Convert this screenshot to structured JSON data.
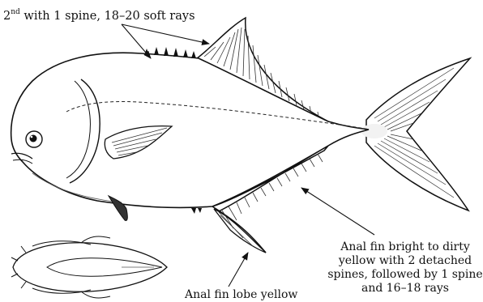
{
  "labels": {
    "dorsal": {
      "ordinal_number": "2",
      "ordinal_suffix": "nd",
      "rest": " with 1 spine, 18–20 soft rays"
    },
    "anal_fin": [
      "Anal fin bright to dirty",
      "yellow with 2 detached",
      "spines, followed by 1 spine",
      "and 16–18 rays"
    ],
    "anal_lobe": "Anal fin lobe yellow"
  }
}
